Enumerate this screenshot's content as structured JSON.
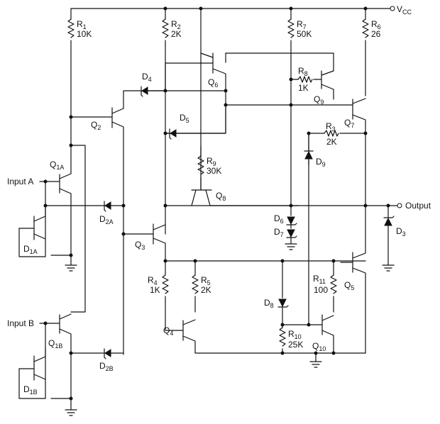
{
  "labels": {
    "vcc": "V",
    "vcc_sub": "CC",
    "r1": "R",
    "r1_sub": "1",
    "r1_val": "10K",
    "r2": "R",
    "r2_sub": "2",
    "r2_val": "2K",
    "r7": "R",
    "r7_sub": "7",
    "r7_val": "50K",
    "r6": "R",
    "r6_sub": "6",
    "r6_val": "26",
    "r8": "R",
    "r8_sub": "8",
    "r8_val": "1K",
    "r3": "R",
    "r3_sub": "3",
    "r3_val": "2K",
    "r9": "R",
    "r9_sub": "9",
    "r9_val": "30K",
    "r4": "R",
    "r4_sub": "4",
    "r4_val": "1K",
    "r5": "R",
    "r5_sub": "5",
    "r5_val": "2K",
    "r11": "R",
    "r11_sub": "11",
    "r11_val": "100",
    "r10": "R",
    "r10_sub": "10",
    "r10_val": "25K",
    "q1a": "Q",
    "q1a_sub": "1A",
    "q1b": "Q",
    "q1b_sub": "1B",
    "q2": "Q",
    "q2_sub": "2",
    "q3": "Q",
    "q3_sub": "3",
    "q4": "Q",
    "q4_sub": "4",
    "q5": "Q",
    "q5_sub": "5",
    "q6": "Q",
    "q6_sub": "6",
    "q7": "Q",
    "q7_sub": "7",
    "q8": "Q",
    "q8_sub": "8",
    "q9": "Q",
    "q9_sub": "9",
    "q10": "Q",
    "q10_sub": "10",
    "d1a": "D",
    "d1a_sub": "1A",
    "d1b": "D",
    "d1b_sub": "1B",
    "d2a": "D",
    "d2a_sub": "2A",
    "d2b": "D",
    "d2b_sub": "2B",
    "d3": "D",
    "d3_sub": "3",
    "d4": "D",
    "d4_sub": "4",
    "d5": "D",
    "d5_sub": "5",
    "d6": "D",
    "d6_sub": "6",
    "d7": "D",
    "d7_sub": "7",
    "d8": "D",
    "d8_sub": "8",
    "d9": "D",
    "d9_sub": "9",
    "input_a": "Input A",
    "input_b": "Input B",
    "output": "Output"
  }
}
